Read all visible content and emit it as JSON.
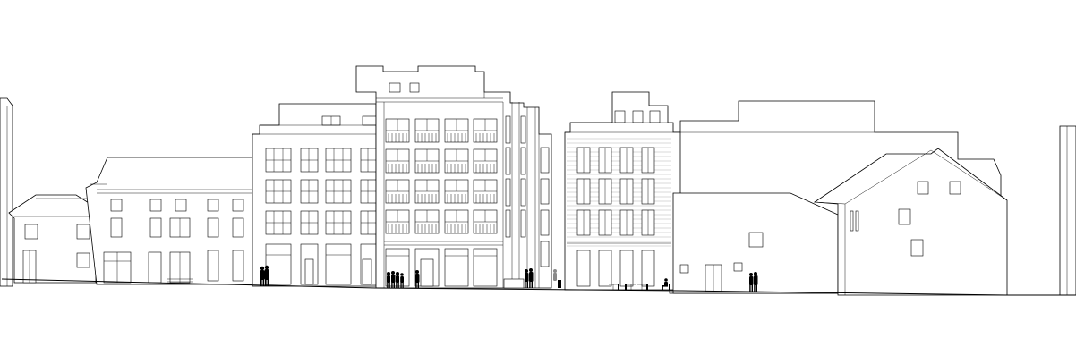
{
  "drawing": {
    "type": "street-elevation",
    "line_color": "#000000",
    "background_color": "#ffffff",
    "buildings": [
      "left-house",
      "terrace-house",
      "warehouse-block",
      "main-block",
      "brick-block",
      "rear-warehouse",
      "gabled-house"
    ],
    "people": [
      "pedestrian-pair-1",
      "pedestrian-group",
      "pedestrian-single",
      "pedestrian-pair-2",
      "seated-figure",
      "pedestrian-pair-3"
    ]
  }
}
